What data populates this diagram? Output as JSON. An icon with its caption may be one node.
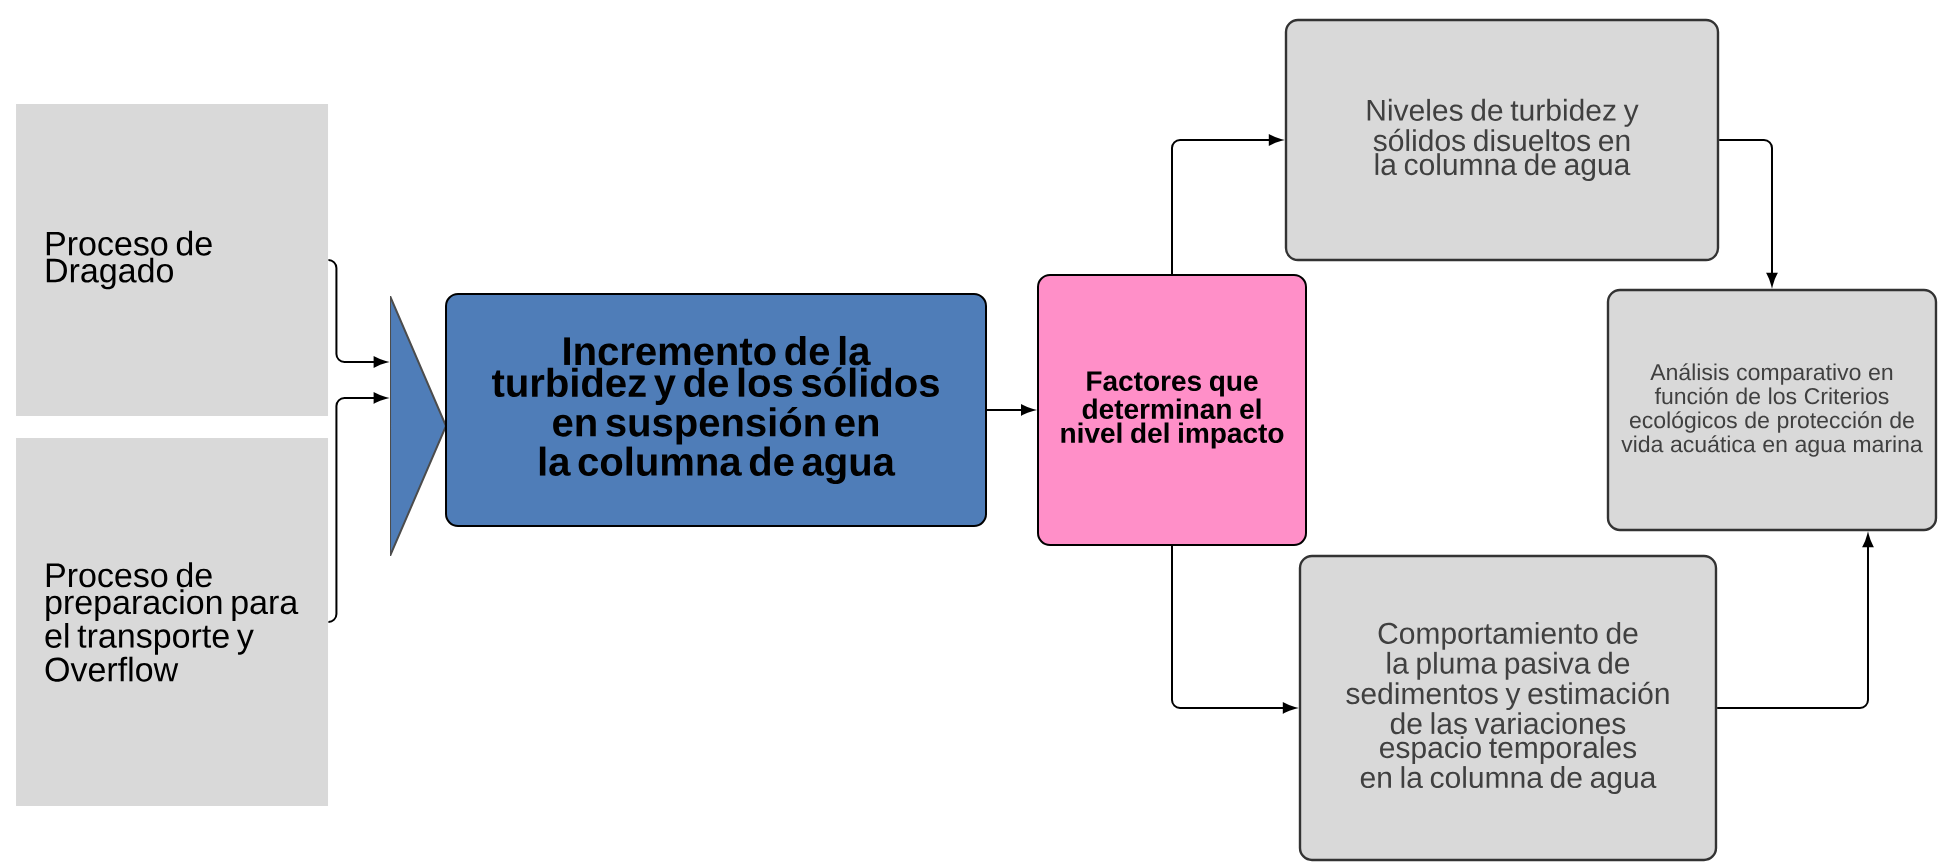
{
  "diagram": {
    "nodes": [
      {
        "text": [
          "Proceso de Dragado"
        ]
      },
      {
        "text": [
          "Proceso de preparacion para el transporte y Overflow"
        ]
      },
      {
        "text": [],
        "shape": "triangle"
      },
      {
        "text": [
          "Incremento de la turbidez y de los sólidos en suspensión en la columna de agua"
        ]
      },
      {
        "text": [
          "Factores que determinan el nivel del impacto"
        ]
      },
      {
        "text": [
          "Niveles de turbidez y sólidos disueltos en la columna de agua"
        ]
      },
      {
        "text": [
          "Análisis comparativo en función de los Criterios ecológicos de protección de vida acuática en agua marina"
        ]
      },
      {
        "text": [
          "Comportamiento de la pluma pasiva de sedimentos y estimación de las variaciones espacio temporales en la columna de agua"
        ]
      }
    ],
    "edges": [
      {
        "from": 0,
        "to": 2,
        "arrow": "to"
      },
      {
        "from": 1,
        "to": 2,
        "arrow": "to"
      },
      {
        "from": 3,
        "to": 4,
        "arrow": "to"
      },
      {
        "from": 4,
        "to": 5,
        "arrow": "to"
      },
      {
        "from": 4,
        "to": 7,
        "arrow": "to"
      },
      {
        "from": 5,
        "to": 6,
        "arrow": "to"
      },
      {
        "from": 7,
        "to": 6,
        "arrow": "to"
      }
    ]
  }
}
